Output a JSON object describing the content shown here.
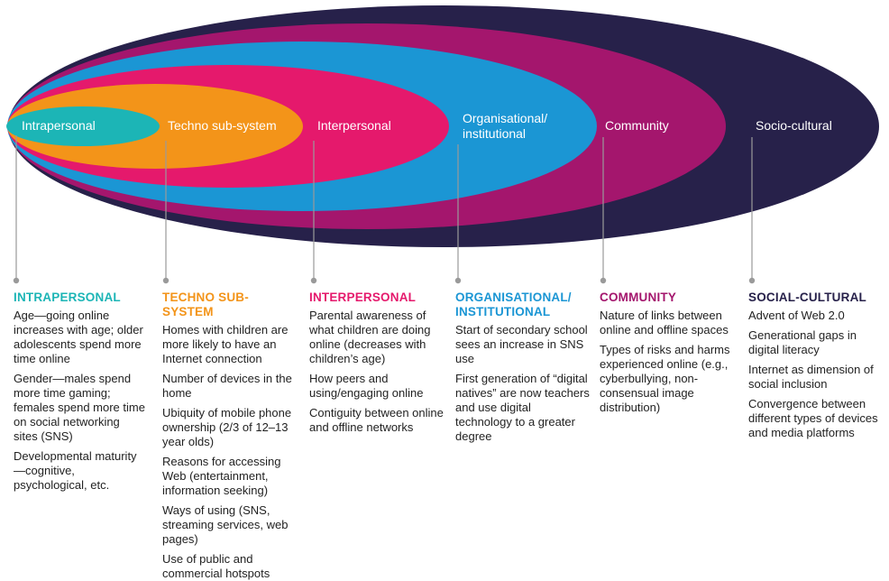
{
  "colors": {
    "intrapersonal": "#1cb5b6",
    "techno": "#f39419",
    "interpersonal": "#e5196c",
    "organisational": "#1b96d4",
    "community": "#a4166d",
    "socio_cultural": "#27214a",
    "connector": "#9a9a9a"
  },
  "rings": {
    "intrapersonal": "Intrapersonal",
    "techno": "Techno sub-system",
    "interpersonal": "Interpersonal",
    "organisational_line1": "Organisational/",
    "organisational_line2": "institutional",
    "community": "Community",
    "socio_cultural": "Socio-cultural"
  },
  "columns": [
    {
      "heading": "INTRAPERSONAL",
      "items": [
        "Age—going online increases with age; older adolescents spend more time online",
        "Gender—males spend more time gaming; females spend more time on social networking sites (SNS)",
        "Developmental maturity—cognitive, psychological, etc."
      ]
    },
    {
      "heading": "TECHNO SUB-SYSTEM",
      "items": [
        "Homes with children are more likely to have an Internet connection",
        "Number of devices in the home",
        "Ubiquity of mobile phone ownership (2/3 of 12–13 year olds)",
        "Reasons for accessing Web (entertainment, information seeking)",
        "Ways of using (SNS, streaming services, web pages)",
        "Use of public and commercial hotspots"
      ]
    },
    {
      "heading": "INTERPERSONAL",
      "items": [
        "Parental awareness of what children are doing online (decreases with children’s age)",
        "How peers and using/engaging online",
        "Contiguity between online and offline networks"
      ]
    },
    {
      "heading": "ORGANISATIONAL/ INSTITUTIONAL",
      "items": [
        "Start of secondary school sees an increase in SNS use",
        "First generation of “digital natives” are now teachers and use digital technology to a greater degree"
      ]
    },
    {
      "heading": "COMMUNITY",
      "items": [
        "Nature of links between online and offline spaces",
        "Types of risks and harms experienced online (e.g., cyberbullying, non-consensual image distribution)"
      ]
    },
    {
      "heading": "SOCIAL-CULTURAL",
      "items": [
        "Advent of Web 2.0",
        "Generational gaps in digital literacy",
        "Internet as dimension of social inclusion",
        "Convergence between different types of devices and media platforms"
      ]
    }
  ]
}
